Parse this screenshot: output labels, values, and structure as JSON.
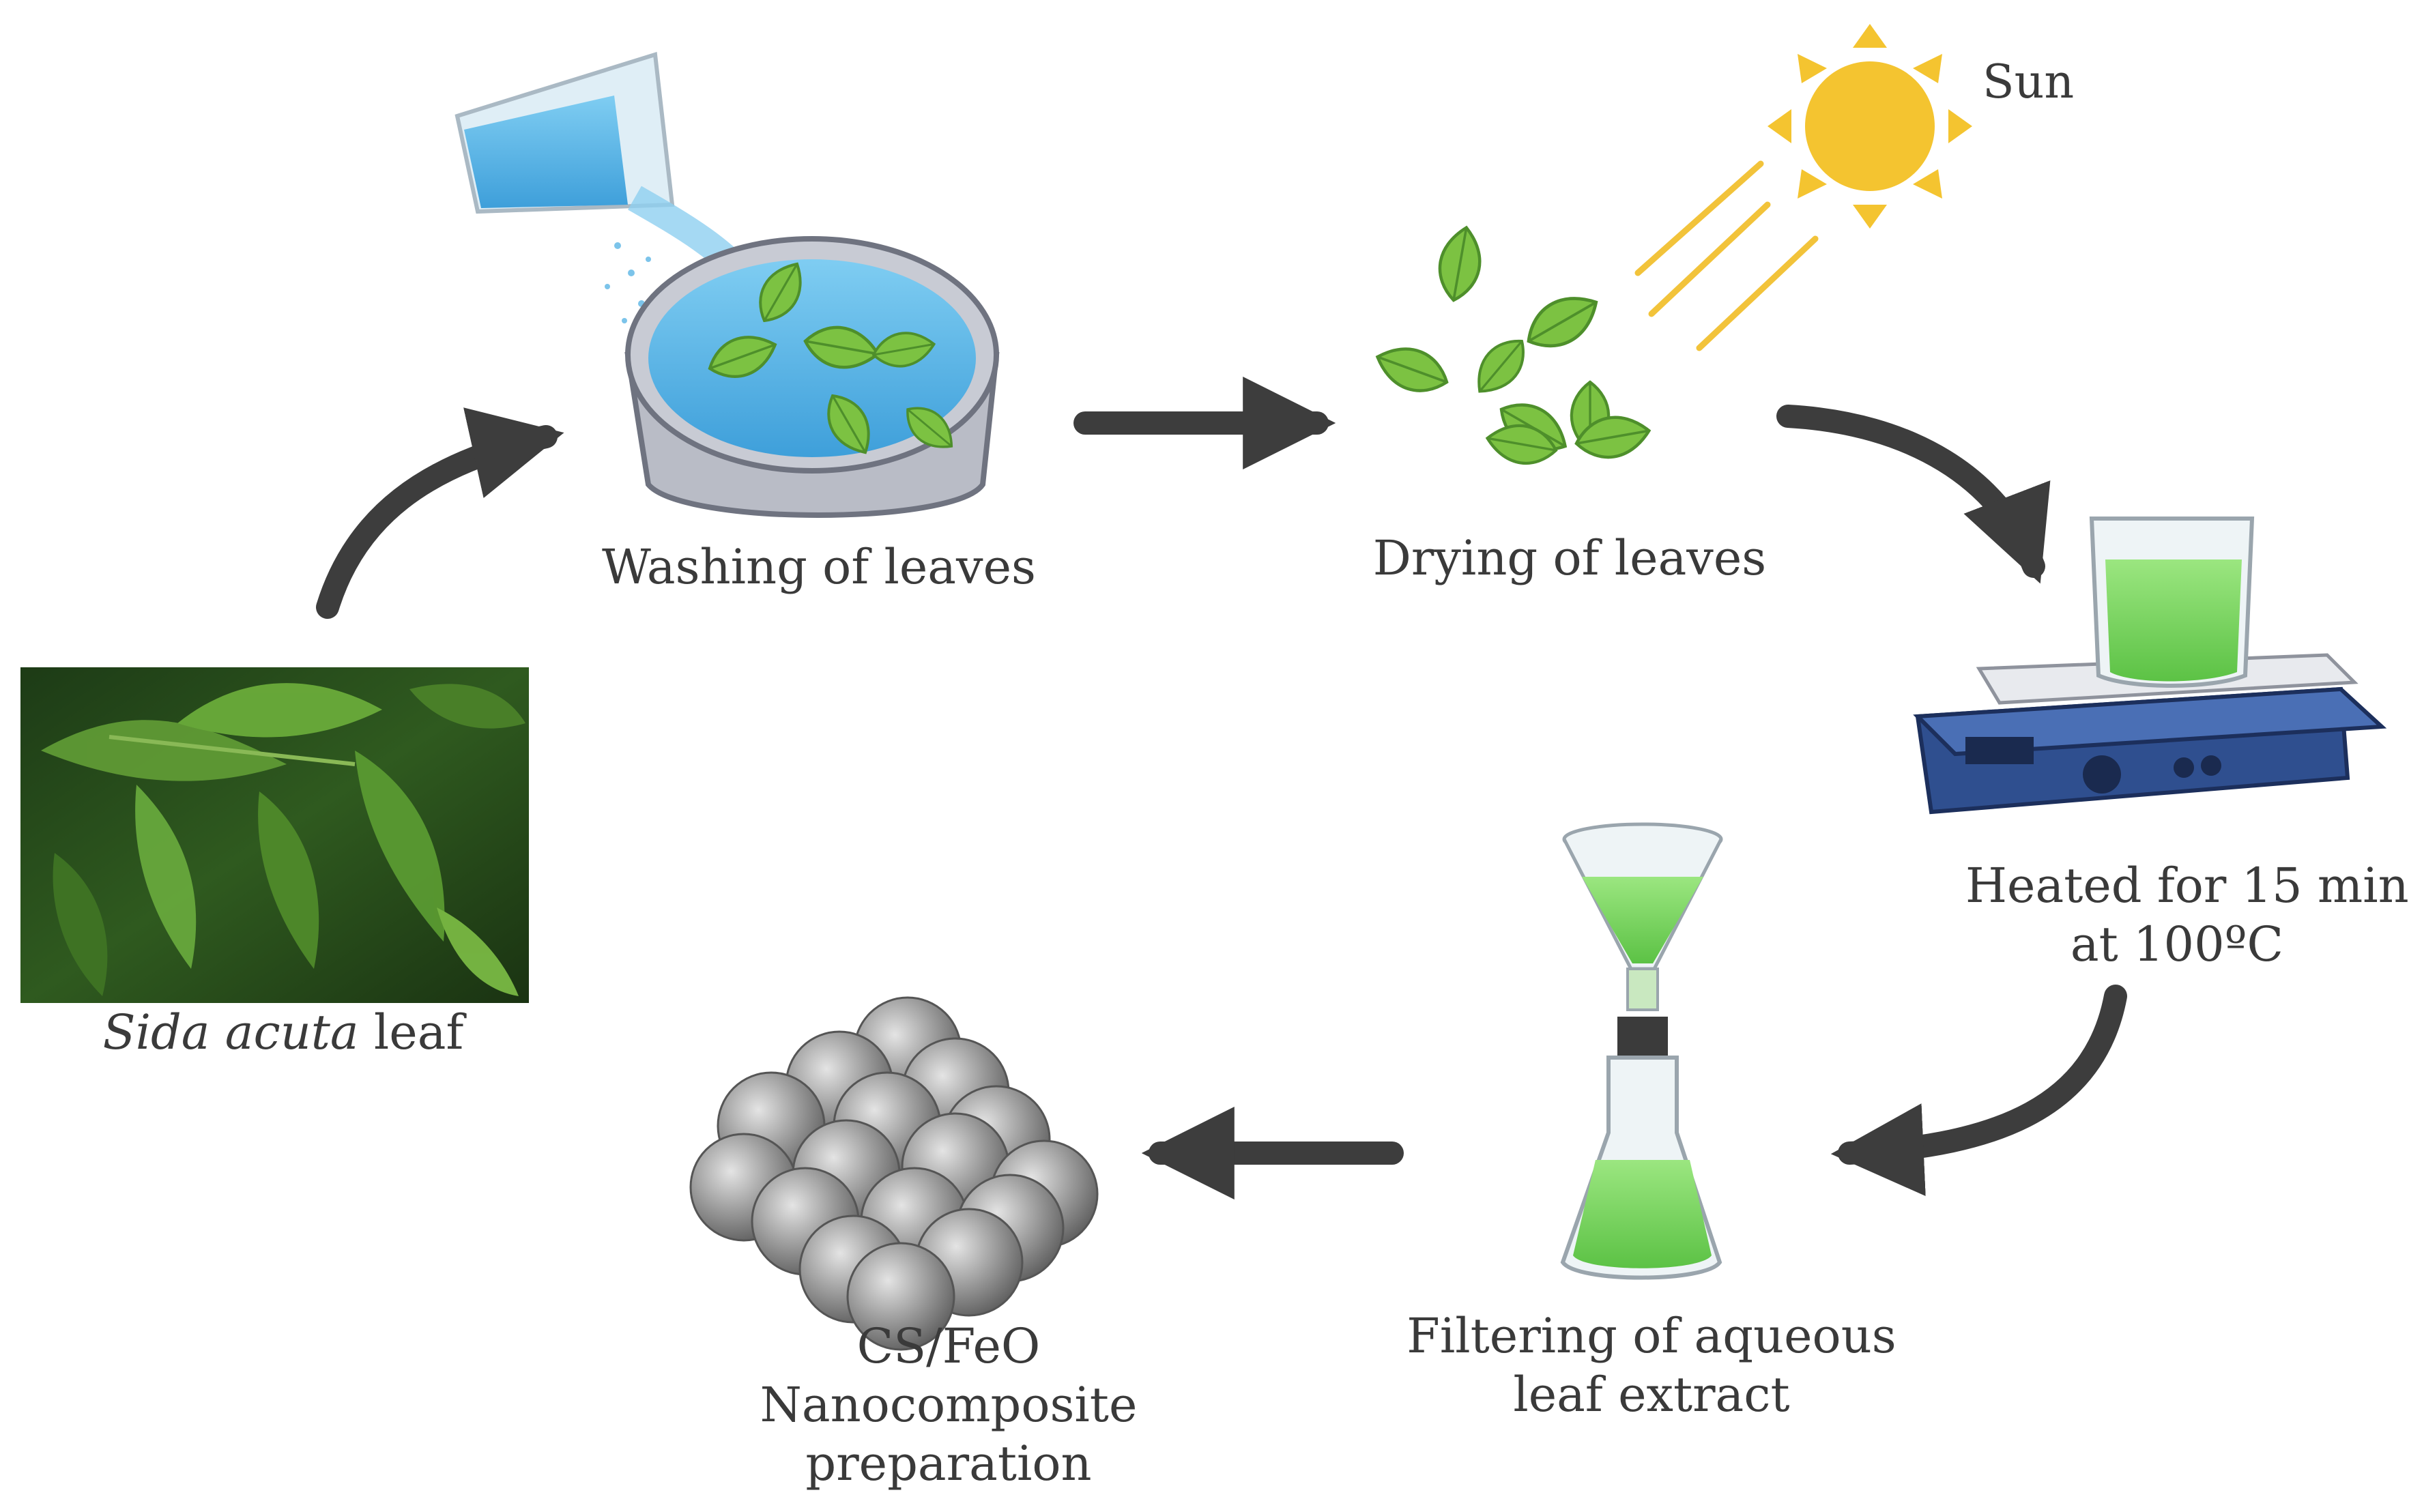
{
  "labels": {
    "sun": "Sun",
    "sida_italic": "Sida acuta",
    "sida_rest": " leaf",
    "washing": "Washing of leaves",
    "drying": "Drying of leaves",
    "heated_line1": "Heated for 15 min",
    "heated_line2": "at 100ºC",
    "filter_line1": "Filtering of aqueous",
    "filter_line2": "leaf extract",
    "cs_line1": "CS/FeO",
    "cs_line2": "Nanocomposite",
    "cs_line3": "preparation"
  },
  "colors": {
    "arrow": "#3d3d3d",
    "sun": "#f4c430",
    "sun_rays": "#f2c33a",
    "leaf": "#7cc242",
    "leaf_dark": "#4e8f2b",
    "water": "#5ab0e0",
    "dish": "#b9bcc6",
    "liquid_green": "#74d35b",
    "hotplate": "#2f4f8f",
    "sphere": "#8f8f8f"
  },
  "icons": [
    "plant-photo",
    "water-glass-icon",
    "washing-dish-icon",
    "dried-leaves-icon",
    "sun-icon",
    "hotplate-beaker-icon",
    "funnel-flask-icon",
    "nanoparticle-spheres-icon"
  ]
}
